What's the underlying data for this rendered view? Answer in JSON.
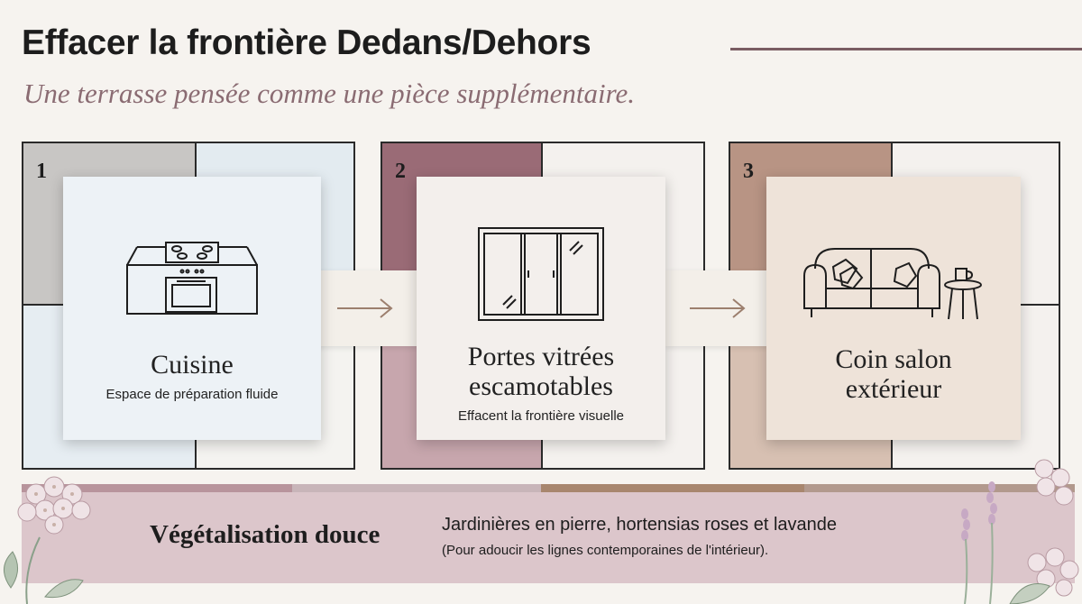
{
  "header": {
    "title": "Effacer la frontière Dedans/Dehors",
    "subtitle": "Une terrasse pensée comme une pièce supplémentaire."
  },
  "steps": [
    {
      "number": "1",
      "title": "Cuisine",
      "subtitle": "Espace de préparation fluide",
      "icon": "kitchen-stove-icon",
      "colors": {
        "quadrants": [
          "#c8c6c4",
          "#e3ebf0",
          "#e6edf2",
          "#f4f3f0"
        ],
        "card": "#edf2f6"
      }
    },
    {
      "number": "2",
      "title_lines": [
        "Portes vitrées",
        "escamotables"
      ],
      "subtitle": "Effacent la frontière visuelle",
      "icon": "sliding-glass-door-icon",
      "colors": {
        "quadrants": [
          "#9a6b76",
          "#f4f1ee",
          "#c7a6ad",
          "#f4f1ee"
        ],
        "card": "#f3efec"
      }
    },
    {
      "number": "3",
      "title_lines": [
        "Coin salon",
        "extérieur"
      ],
      "icon": "sofa-icon",
      "colors": {
        "quadrants": [
          "#b89484",
          "#f4f1ee",
          "#d7c0b2",
          "#f4f1ee"
        ],
        "card": "#eee3d9"
      }
    }
  ],
  "connectors": [
    {
      "icon": "arrow-right-icon",
      "color": "#9c7f6e"
    },
    {
      "icon": "arrow-right-icon",
      "color": "#9c7f6e"
    }
  ],
  "bottom": {
    "title": "Végétalisation douce",
    "line1": "Jardinières en pierre, hortensias roses et lavande",
    "line2": "(Pour adoucir les lignes contemporaines de l'intérieur).",
    "strip_colors": [
      "#b8949c",
      "#c8b5b9",
      "#a8866e",
      "#b2998d"
    ],
    "decoration": [
      "hydrangea-flower-icon",
      "lavender-icon"
    ]
  }
}
